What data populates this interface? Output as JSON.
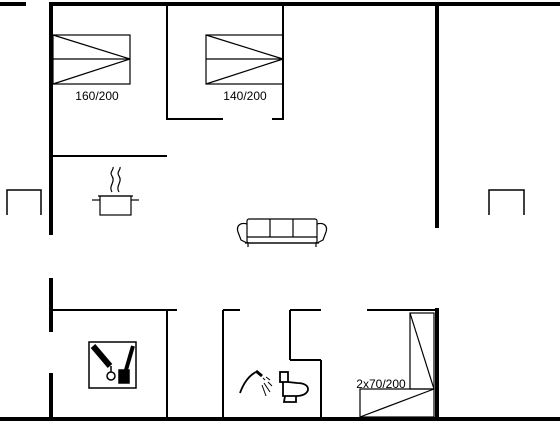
{
  "floorplan": {
    "bed_labels": {
      "bedroom_left": "160/200",
      "bedroom_right": "140/200",
      "bunk_beds": "2x70/200"
    },
    "icons": [
      "cooking-pot-icon",
      "sofa-icon",
      "utility-room-icon",
      "shower-icon",
      "toilet-icon",
      "window-left-icon",
      "window-right-icon"
    ],
    "colors": {
      "lines": "#000000",
      "background": "#ffffff"
    }
  }
}
